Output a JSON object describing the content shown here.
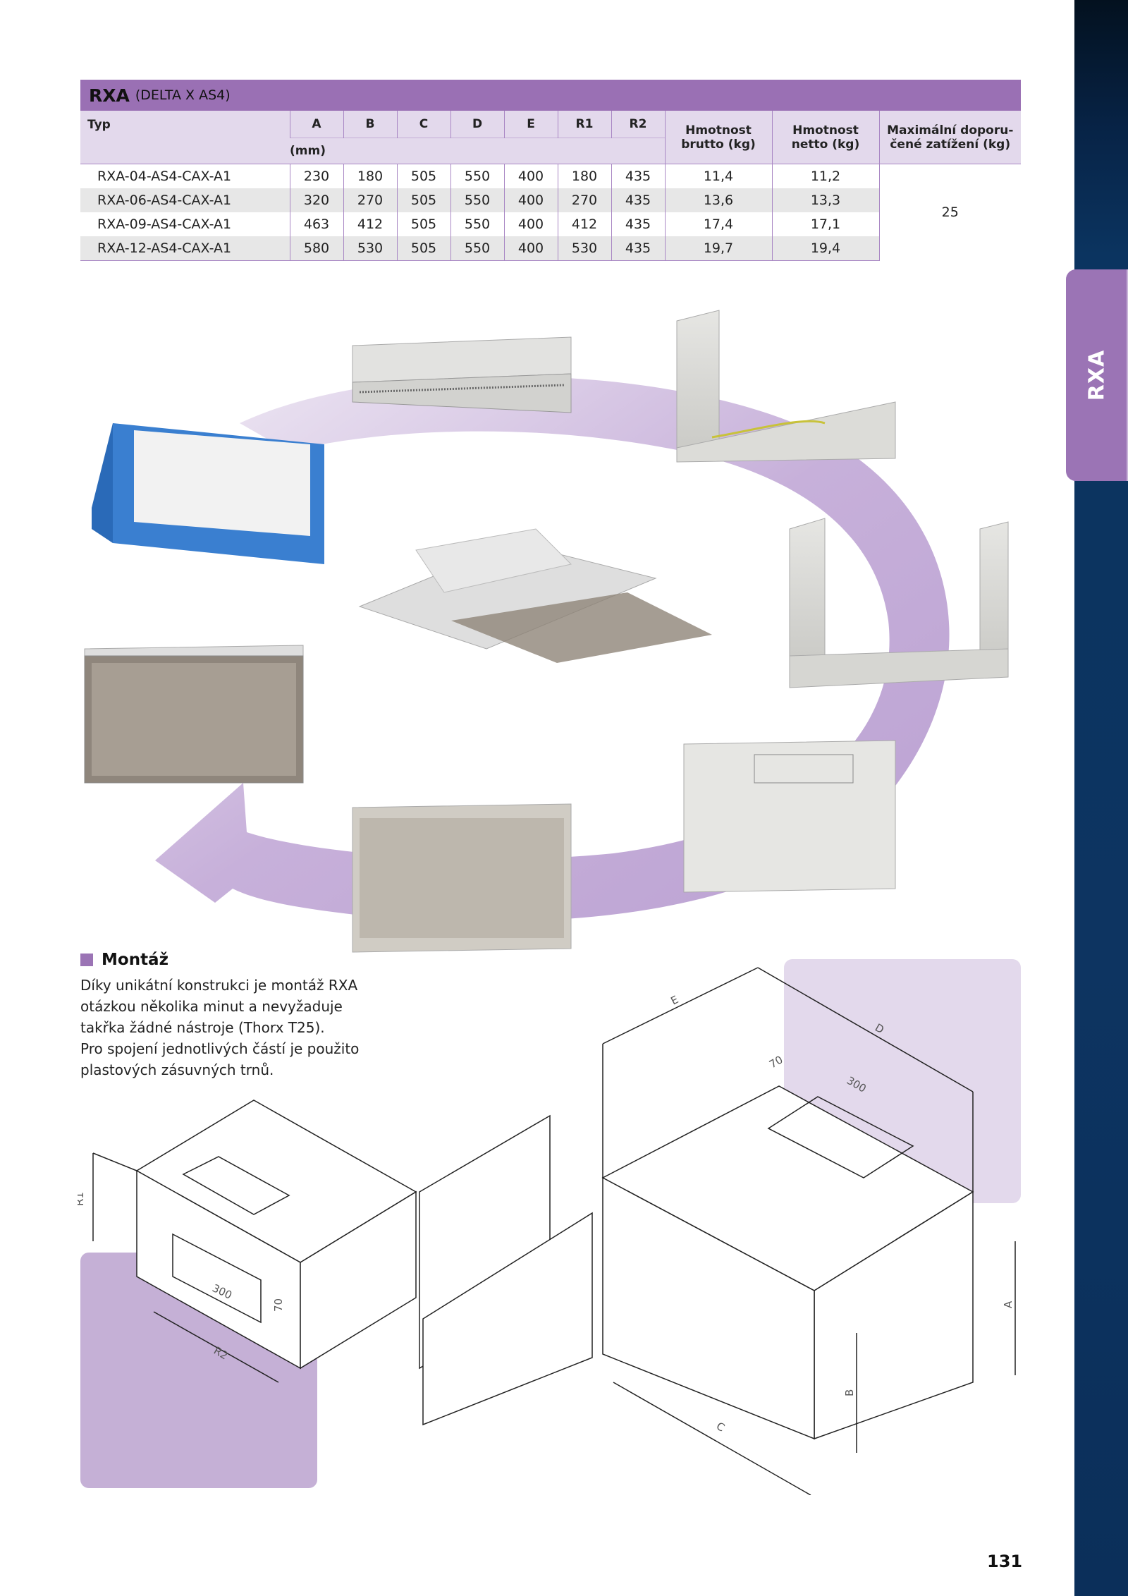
{
  "side_tab": {
    "label": "RXA"
  },
  "spec_table": {
    "title_bold": "RXA",
    "title_sub": "(DELTA X AS4)",
    "col_typ": "Typ",
    "dim_cols": [
      "A",
      "B",
      "C",
      "D",
      "E",
      "R1",
      "R2"
    ],
    "dim_unit": "(mm)",
    "col_brutto": [
      "Hmotnost",
      "brutto (kg)"
    ],
    "col_netto": [
      "Hmotnost",
      "netto (kg)"
    ],
    "col_load": [
      "Maximální doporu-",
      "čené zatížení (kg)"
    ],
    "rows": [
      {
        "typ": "RXA-04-AS4-CAX-A1",
        "dims": [
          "230",
          "180",
          "505",
          "550",
          "400",
          "180",
          "435"
        ],
        "brutto": "11,4",
        "netto": "11,2"
      },
      {
        "typ": "RXA-06-AS4-CAX-A1",
        "dims": [
          "320",
          "270",
          "505",
          "550",
          "400",
          "270",
          "435"
        ],
        "brutto": "13,6",
        "netto": "13,3"
      },
      {
        "typ": "RXA-09-AS4-CAX-A1",
        "dims": [
          "463",
          "412",
          "505",
          "550",
          "400",
          "412",
          "435"
        ],
        "brutto": "17,4",
        "netto": "17,1"
      },
      {
        "typ": "RXA-12-AS4-CAX-A1",
        "dims": [
          "580",
          "530",
          "505",
          "550",
          "400",
          "530",
          "435"
        ],
        "brutto": "19,7",
        "netto": "19,4"
      }
    ],
    "max_load": "25"
  },
  "montaz": {
    "heading": "Montáž",
    "lines": [
      "Díky unikátní konstrukci je montáž RXA",
      "otázkou několika minut a nevyžaduje",
      "takřka žádné nástroje (Thorx T25).",
      "Pro spojení jednotlivých částí je použito",
      "plastových zásuvných trnů."
    ]
  },
  "drawing_labels": {
    "left": {
      "r1": "R1",
      "r2": "R2",
      "w300": "300",
      "h70": "70"
    },
    "right": {
      "e": "E",
      "d": "D",
      "h70": "70",
      "w300": "300",
      "a": "A",
      "b": "B",
      "c": "C"
    }
  },
  "colors": {
    "accent": "#9b74b5",
    "light_accent": "#e3d9ec",
    "side": "#0d3461"
  },
  "page_number": "131"
}
